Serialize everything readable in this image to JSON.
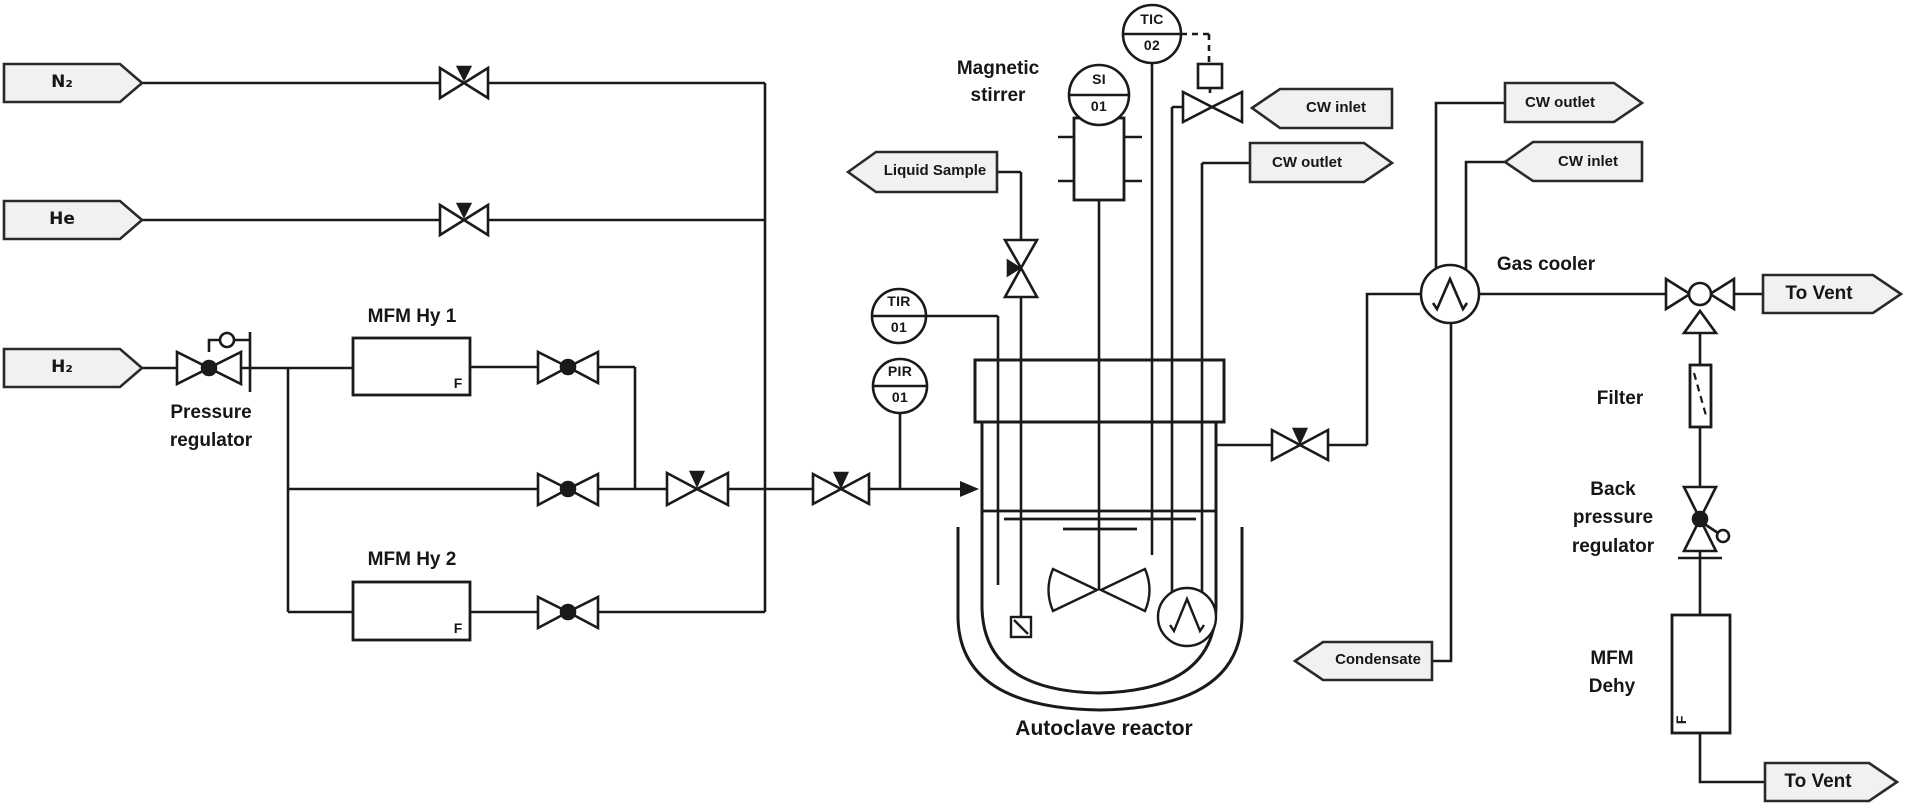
{
  "diagram": {
    "name": "Autoclave reactor process flow diagram",
    "line_color": "#1a1a1a",
    "flag_fill": "#f1f1f1"
  },
  "sources": {
    "n2": "N₂",
    "he": "He",
    "h2": "H₂"
  },
  "equipment": {
    "pressure_regulator": [
      "Pressure",
      "regulator"
    ],
    "mfm_hy1": "MFM Hy 1",
    "mfm_hy2": "MFM Hy 2",
    "mfm_flow_marker": "F",
    "magnetic_stirrer": [
      "Magnetic",
      "stirrer"
    ],
    "autoclave_reactor": "Autoclave reactor",
    "gas_cooler": "Gas cooler",
    "filter": "Filter",
    "back_pressure_regulator": [
      "Back",
      "pressure",
      "regulator"
    ],
    "mfm_dehy": [
      "MFM",
      "Dehy"
    ]
  },
  "instruments": {
    "tir": {
      "tag": "TIR",
      "number": "01"
    },
    "pir": {
      "tag": "PIR",
      "number": "01"
    },
    "si": {
      "tag": "SI",
      "number": "01"
    },
    "tic": {
      "tag": "TIC",
      "number": "02"
    }
  },
  "streams": {
    "liquid_sample": "Liquid Sample",
    "cw_inlet_reactor": "CW inlet",
    "cw_outlet_reactor": "CW outlet",
    "cw_outlet_cooler": "CW outlet",
    "cw_inlet_cooler": "CW inlet",
    "condensate": "Condensate",
    "to_vent_top": "To Vent",
    "to_vent_bottom": "To Vent"
  }
}
